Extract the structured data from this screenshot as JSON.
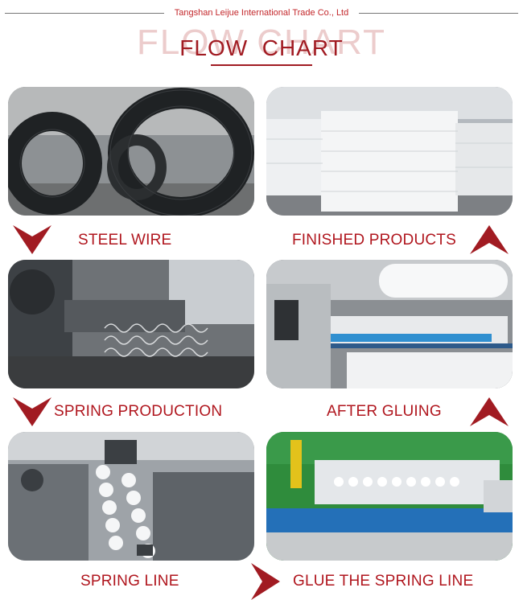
{
  "header": {
    "company": "Tangshan Leijue International Trade Co., Ltd",
    "title": "FLOW  CHART",
    "watermark": "FLOW CHART"
  },
  "steps": {
    "steel_wire": "STEEL WIRE",
    "finished_products": "FINISHED PRODUCTS",
    "spring_production": "SPRING PRODUCTION",
    "after_gluing": "AFTER GLUING",
    "spring_line": "SPRING LINE",
    "glue_spring_line": "GLUE THE SPRING LINE"
  },
  "colors": {
    "accent": "#a11b22",
    "label": "#b0161e"
  }
}
